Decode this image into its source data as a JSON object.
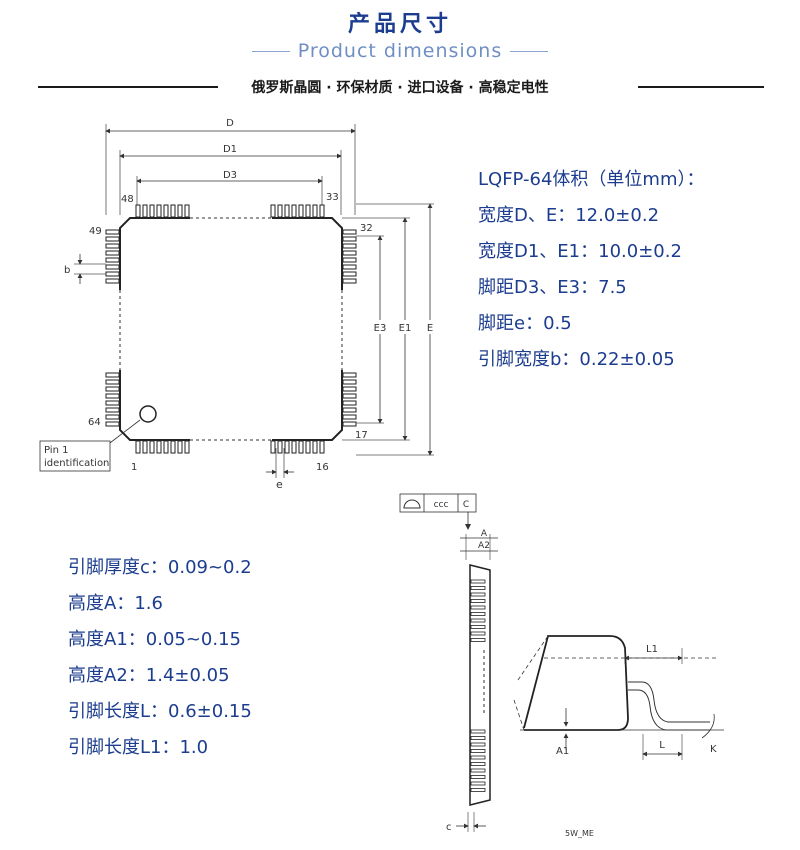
{
  "header": {
    "title": "产品尺寸",
    "subtitle": "Product dimensions",
    "slogan": "俄罗斯晶圆 · 环保材质 · 进口设备 · 高稳定电性"
  },
  "specs_top": {
    "lines": [
      "LQFP-64体积（单位mm）：",
      "宽度D、E：12.0±0.2",
      "宽度D1、E1：10.0±0.2",
      "脚距D3、E3：7.5",
      "脚距e：0.5",
      "引脚宽度b：0.22±0.05"
    ]
  },
  "specs_bottom": {
    "lines": [
      "引脚厚度c：0.09~0.2",
      "高度A：1.6",
      "高度A1：0.05~0.15",
      "高度A2：1.4±0.05",
      "引脚长度L：0.6±0.15",
      "引脚长度L1：1.0"
    ]
  },
  "top_view": {
    "labels": {
      "D": "D",
      "D1": "D1",
      "D3": "D3",
      "E": "E",
      "E1": "E1",
      "E3": "E3",
      "b": "b",
      "e": "e",
      "pin48": "48",
      "pin33": "33",
      "pin49": "49",
      "pin32": "32",
      "pin64": "64",
      "pin17": "17",
      "pin1": "1",
      "pin16": "16",
      "pin1_id_line1": "Pin 1",
      "pin1_id_line2": "identification"
    }
  },
  "side_view": {
    "labels": {
      "ccc": "ccc",
      "C": "C",
      "A": "A",
      "A2": "A2",
      "c": "c",
      "L1": "L1",
      "L": "L",
      "A1": "A1",
      "K": "K",
      "ref": "5W_ME"
    }
  },
  "colors": {
    "accent": "#1c3d8f",
    "subtitle": "#6f8fc4",
    "line": "#333333"
  }
}
